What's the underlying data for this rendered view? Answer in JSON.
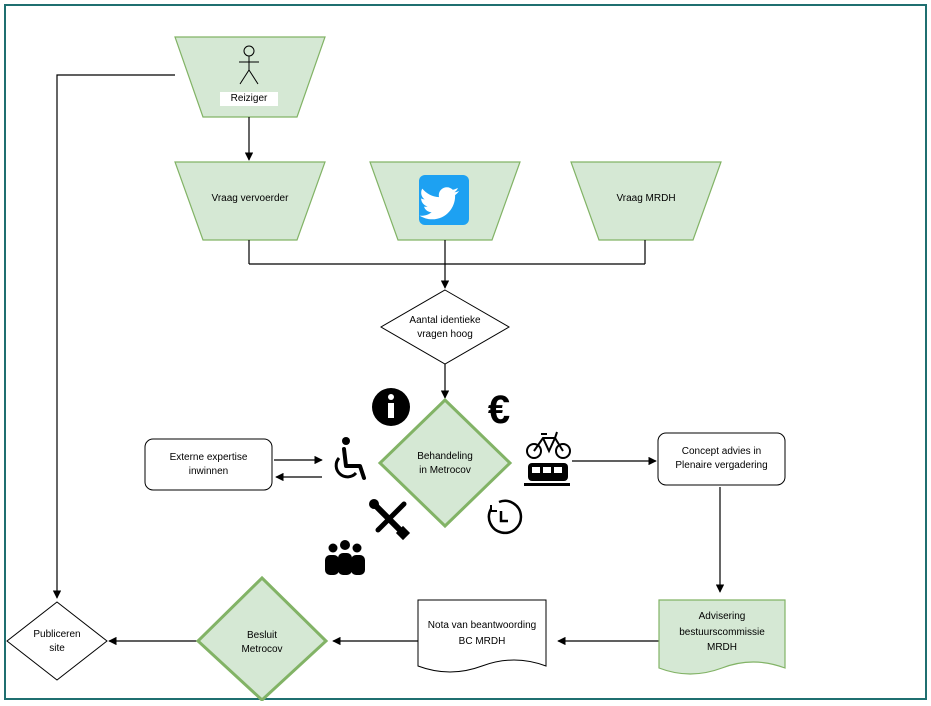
{
  "colors": {
    "frame": "#1f6f70",
    "shape_fill": "#d5e8d4",
    "shape_stroke": "#82b366",
    "line": "#000000"
  },
  "nodes": {
    "reiziger": "Reiziger",
    "vraag_vervoerder": "Vraag vervoerder",
    "twitter": "twitter-icon",
    "vraag_mrdh": "Vraag MRDH",
    "aantal_vragen": "Aantal identieke\nvragen hoog",
    "behandeling": "Behandeling\nin Metrocov",
    "externe_expertise": "Externe expertise\ninwinnen",
    "concept_advies": "Concept advies in\nPlenaire vergadering",
    "advisering": "Advisering\nbestuurscommissie\nMRDH",
    "nota": "Nota van beantwoording\nBC MRDH",
    "besluit": "Besluit\nMetrocov",
    "publiceren": "Publiceren\nsite"
  },
  "icons": [
    "actor-icon",
    "info-icon",
    "euro-icon",
    "wheelchair-icon",
    "bicycle-icon",
    "train-icon",
    "tools-icon",
    "clock-icon",
    "people-icon"
  ]
}
